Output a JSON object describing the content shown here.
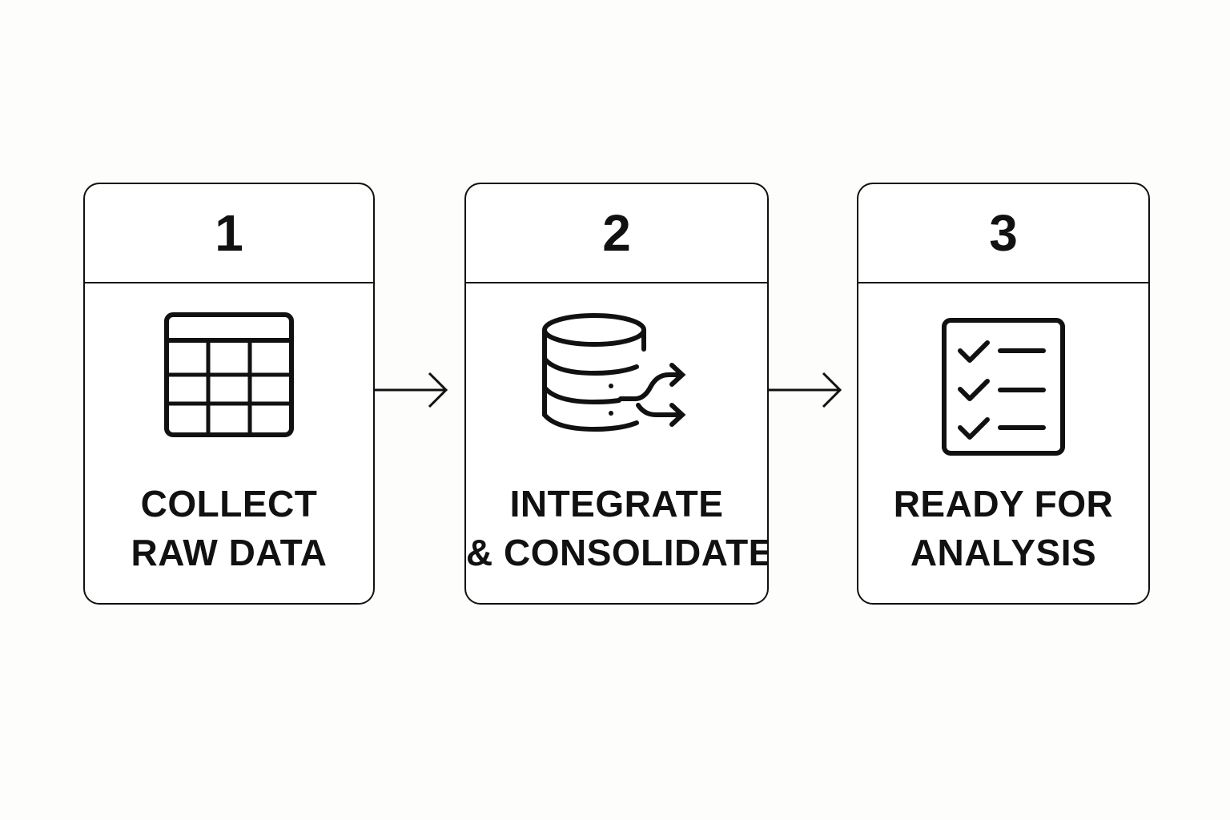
{
  "steps": [
    {
      "number": "1",
      "label_lines": [
        "COLLECT",
        "RAW DATA"
      ],
      "icon": "table-grid-icon"
    },
    {
      "number": "2",
      "label_lines": [
        "INTEGRATE",
        "& CONSOLIDATE"
      ],
      "icon": "database-merge-icon"
    },
    {
      "number": "3",
      "label_lines": [
        "READY FOR",
        "ANALYSIS"
      ],
      "icon": "checklist-icon"
    }
  ],
  "colors": {
    "background": "#fdfdfb",
    "ink": "#111111",
    "card": "#ffffff"
  }
}
